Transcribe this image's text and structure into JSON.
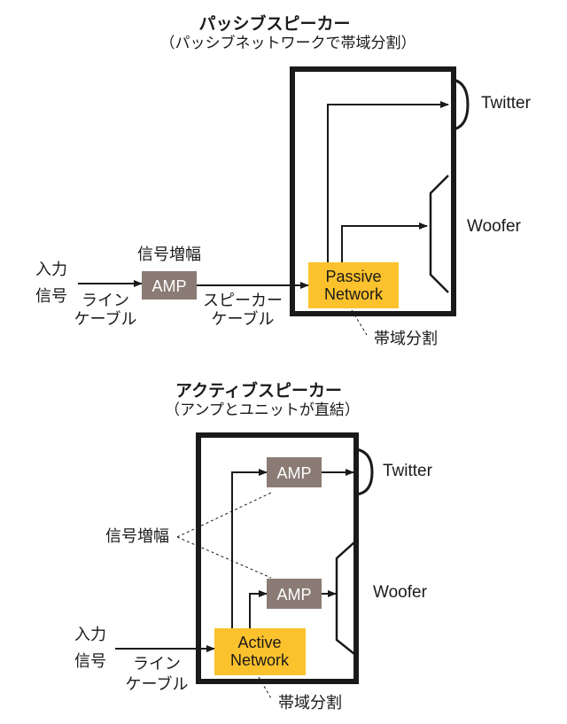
{
  "passive": {
    "title": "パッシブスピーカー",
    "subtitle": "（パッシブネットワークで帯域分割）",
    "input_label_1": "入力",
    "input_label_2": "信号",
    "line_cable_1": "ライン",
    "line_cable_2": "ケーブル",
    "amp_caption": "信号増幅",
    "amp_label": "AMP",
    "speaker_cable_1": "スピーカー",
    "speaker_cable_2": "ケーブル",
    "network_label_1": "Passive",
    "network_label_2": "Network",
    "band_split": "帯域分割",
    "tweeter": "Twitter",
    "woofer": "Woofer"
  },
  "active": {
    "title": "アクティブスピーカー",
    "subtitle": "（アンプとユニットが直結）",
    "input_label_1": "入力",
    "input_label_2": "信号",
    "line_cable_1": "ライン",
    "line_cable_2": "ケーブル",
    "amp_caption": "信号増幅",
    "amp_top_label": "AMP",
    "amp_bottom_label": "AMP",
    "network_label_1": "Active",
    "network_label_2": "Network",
    "band_split": "帯域分割",
    "tweeter": "Twitter",
    "woofer": "Woofer"
  },
  "colors": {
    "network_fill": "#fcc22d",
    "amp_fill": "#8a7c74",
    "line": "#1a1a1a"
  }
}
